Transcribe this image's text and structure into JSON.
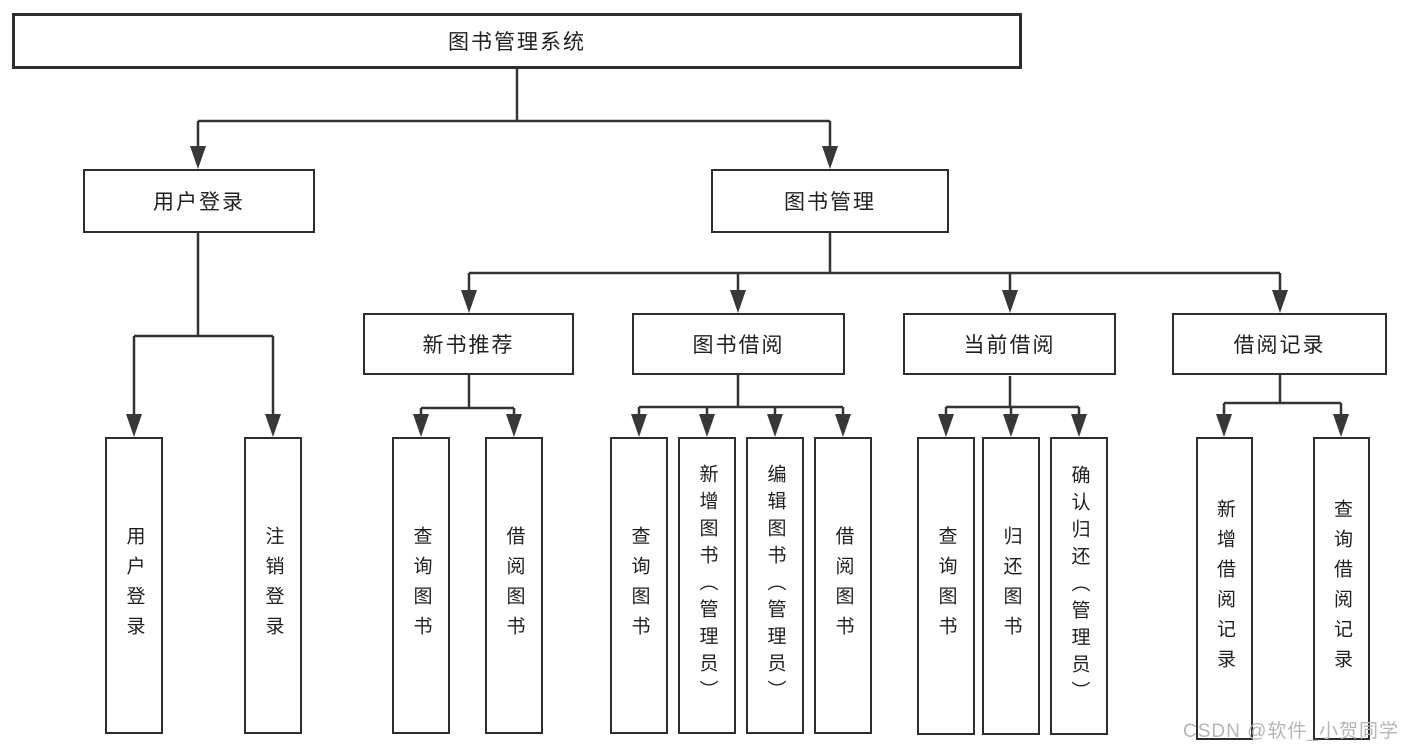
{
  "diagram_title": "图书管理系统",
  "watermark": "CSDN @软件_小贺同学",
  "colors": {
    "background": "#ffffff",
    "line": "#333333",
    "box_border": "#2d2d2d",
    "text": "#1f1f1f",
    "watermark": "#b5b5b5"
  },
  "nodes": {
    "root": "图书管理系统",
    "user_login": "用户登录",
    "book_mgmt": "图书管理",
    "new_book_rec": "新书推荐",
    "book_borrow": "图书借阅",
    "current_borrow": "当前借阅",
    "borrow_records": "借阅记录",
    "leaf_user_login": "用户登录",
    "leaf_logout": "注销登录",
    "leaf_nbr_query": "查询图书",
    "leaf_nbr_borrow": "借阅图书",
    "leaf_bb_query": "查询图书",
    "leaf_bb_add": "新增图书（管理员）",
    "leaf_bb_edit": "编辑图书（管理员）",
    "leaf_bb_borrow": "借阅图书",
    "leaf_cb_query": "查询图书",
    "leaf_cb_return": "归还图书",
    "leaf_cb_confirm": "确认归还（管理员）",
    "leaf_br_add": "新增借阅记录",
    "leaf_br_query": "查询借阅记录"
  },
  "hierarchy": {
    "label": "图书管理系统",
    "children": [
      {
        "label": "用户登录",
        "children": [
          {
            "label": "用户登录"
          },
          {
            "label": "注销登录"
          }
        ]
      },
      {
        "label": "图书管理",
        "children": [
          {
            "label": "新书推荐",
            "children": [
              {
                "label": "查询图书"
              },
              {
                "label": "借阅图书"
              }
            ]
          },
          {
            "label": "图书借阅",
            "children": [
              {
                "label": "查询图书"
              },
              {
                "label": "新增图书（管理员）"
              },
              {
                "label": "编辑图书（管理员）"
              },
              {
                "label": "借阅图书"
              }
            ]
          },
          {
            "label": "当前借阅",
            "children": [
              {
                "label": "查询图书"
              },
              {
                "label": "归还图书"
              },
              {
                "label": "确认归还（管理员）"
              }
            ]
          },
          {
            "label": "借阅记录",
            "children": [
              {
                "label": "新增借阅记录"
              },
              {
                "label": "查询借阅记录"
              }
            ]
          }
        ]
      }
    ]
  }
}
